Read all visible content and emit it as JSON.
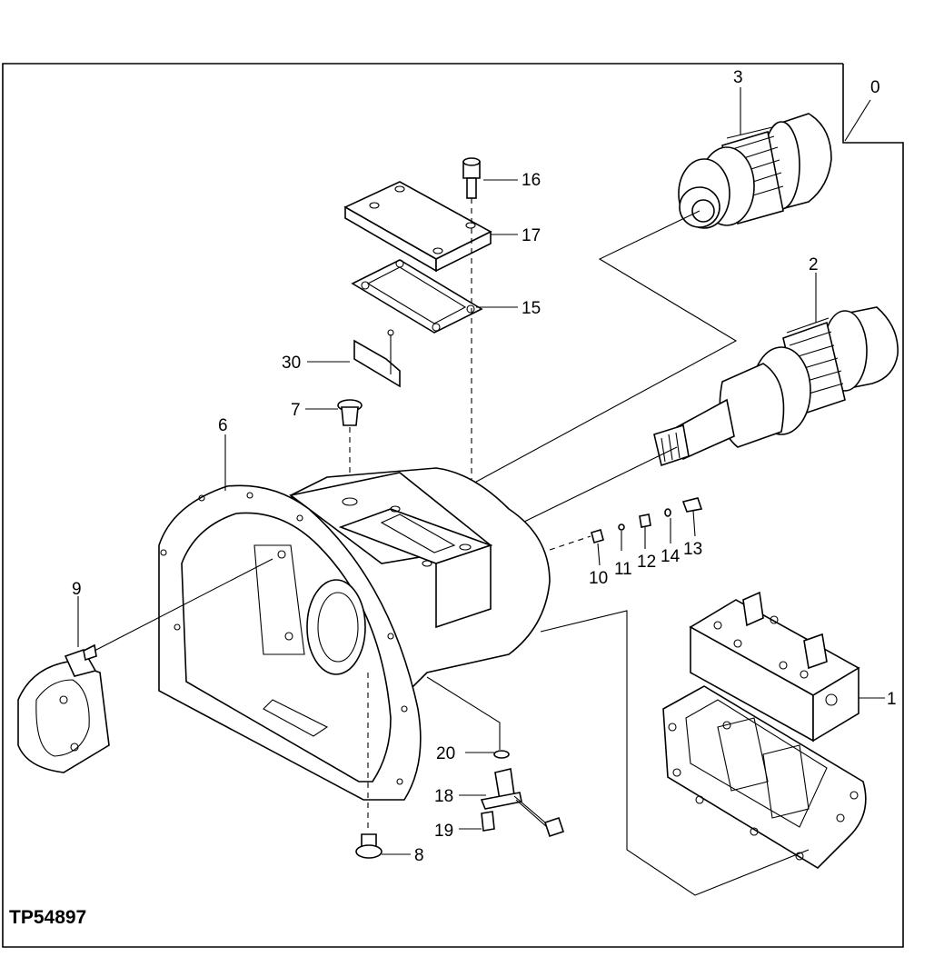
{
  "figure_id": "TP54897",
  "callouts": {
    "c0": "0",
    "c1": "1",
    "c2": "2",
    "c3": "3",
    "c6": "6",
    "c7": "7",
    "c8": "8",
    "c9": "9",
    "c10": "10",
    "c11": "11",
    "c12": "12",
    "c13": "13",
    "c14": "14",
    "c15": "15",
    "c16": "16",
    "c17": "17",
    "c18": "18",
    "c19": "19",
    "c20": "20",
    "c30": "30"
  }
}
